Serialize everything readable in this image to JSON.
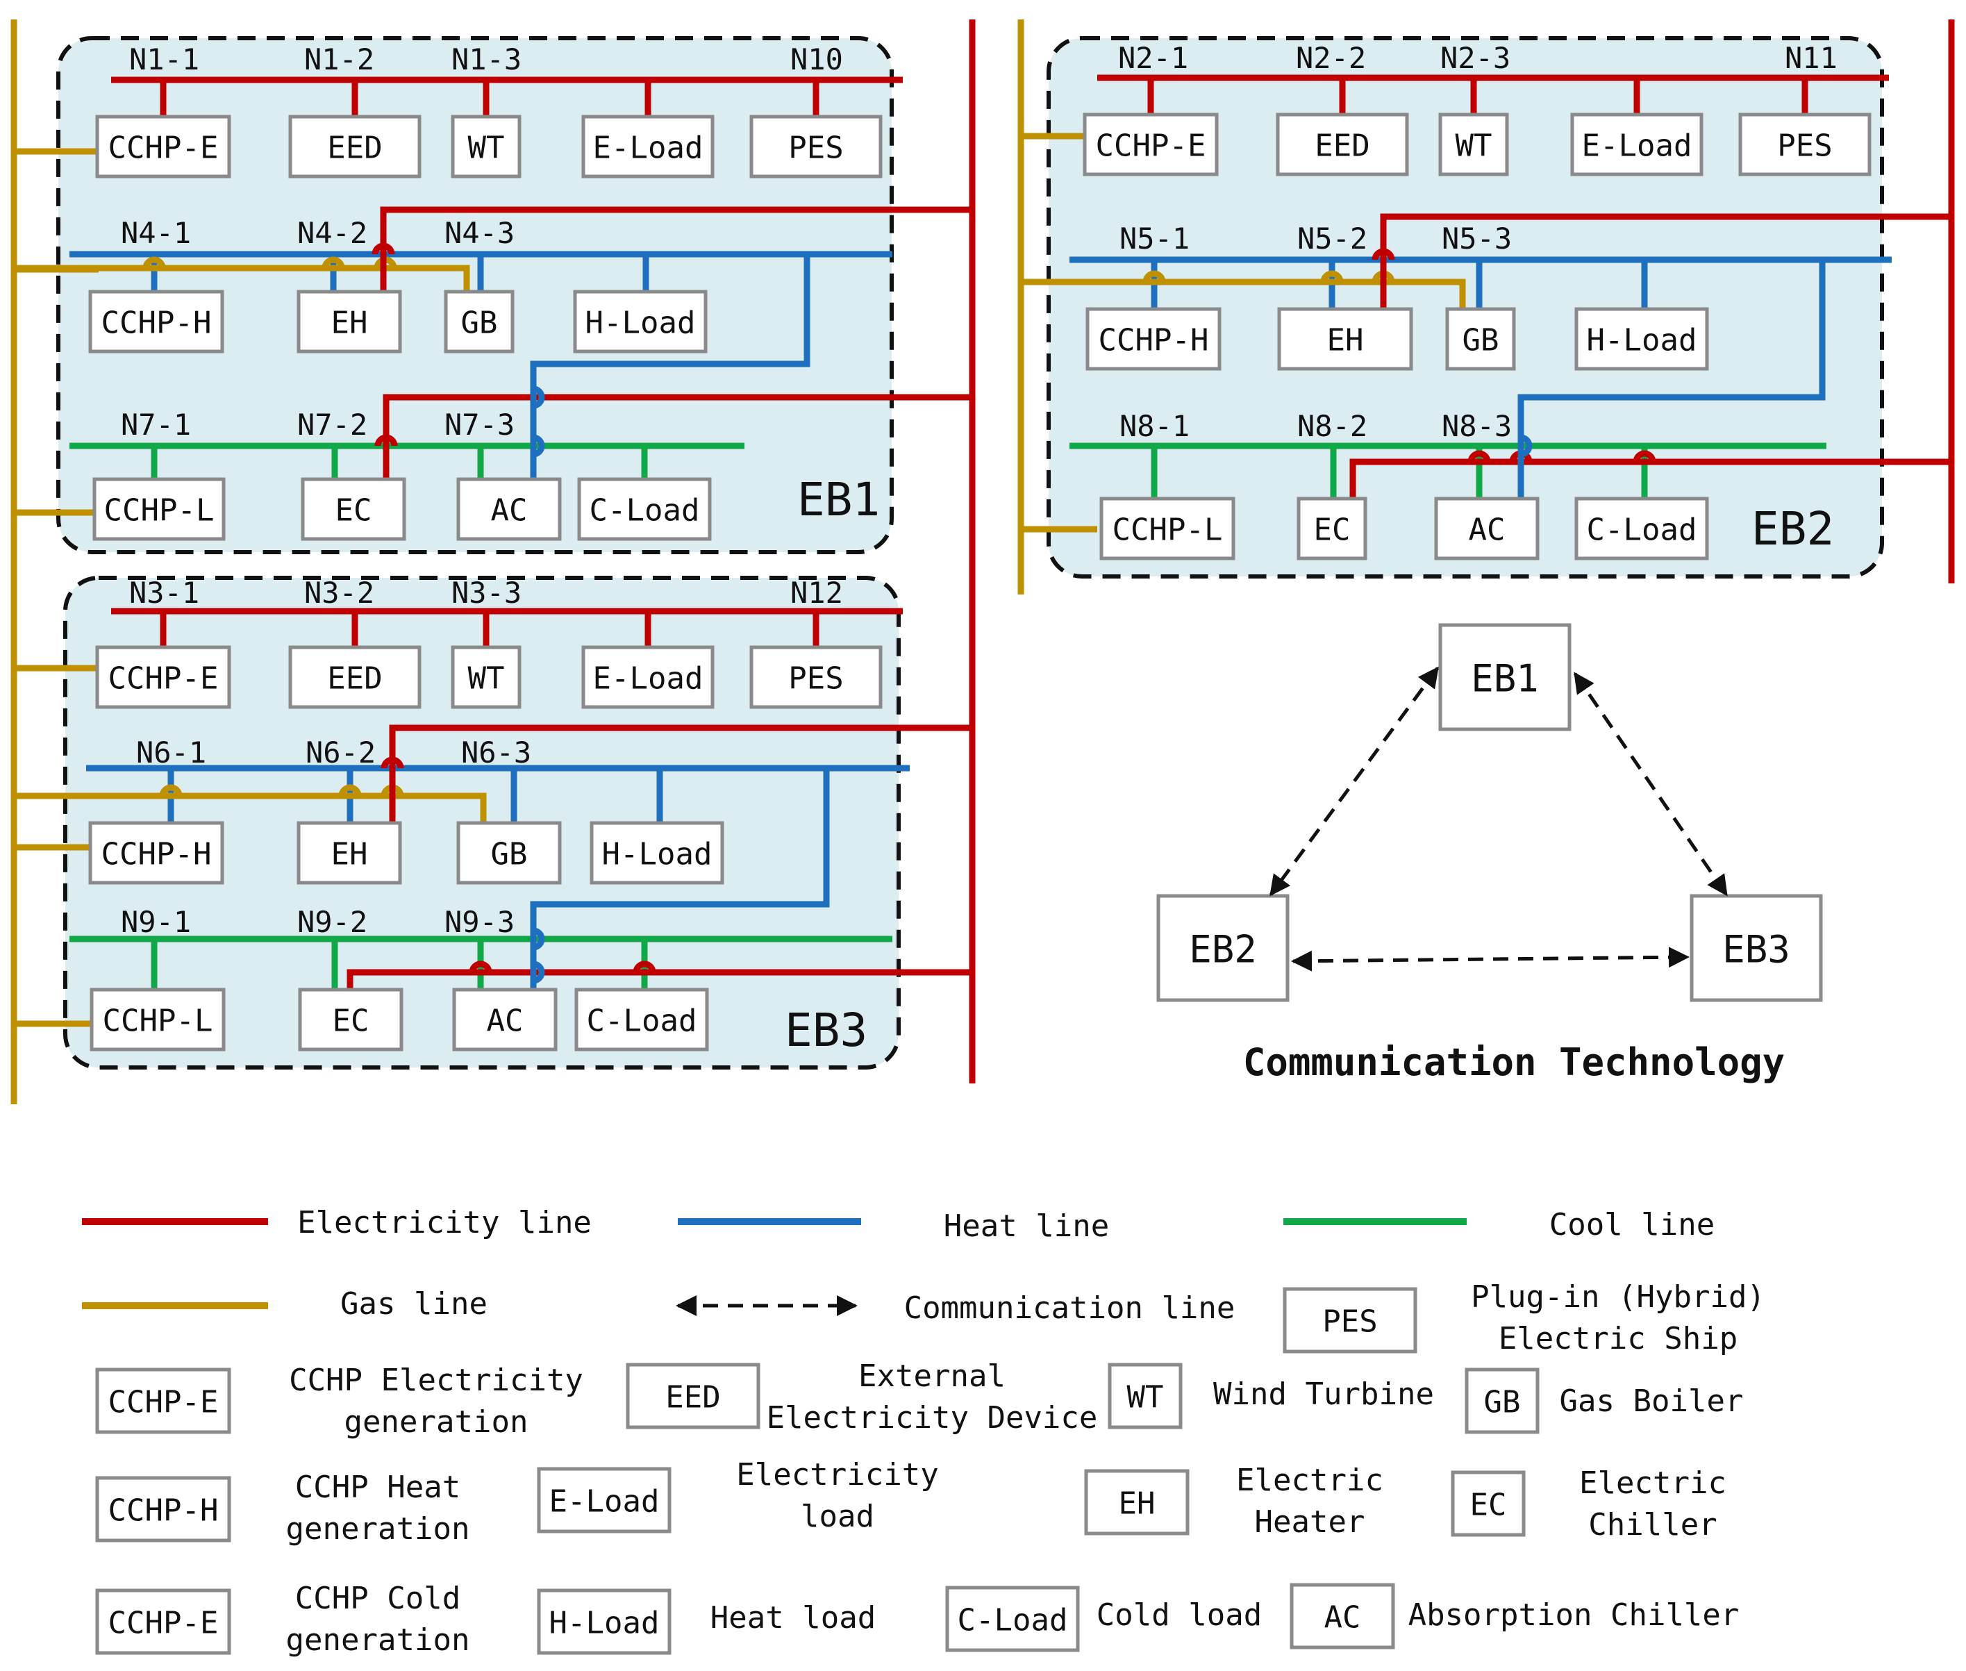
{
  "colors": {
    "electricity": "#c00000",
    "heat": "#1f6fbf",
    "cool": "#11a84a",
    "gas": "#bf9000",
    "panel_fill": "#dcedf2",
    "box_border": "#8a8a8a"
  },
  "blocks": {
    "eb1": {
      "label": "EB1",
      "elec_nodes": [
        "N1-1",
        "N1-2",
        "N1-3",
        "N10"
      ],
      "heat_nodes": [
        "N4-1",
        "N4-2",
        "N4-3"
      ],
      "cool_nodes": [
        "N7-1",
        "N7-2",
        "N7-3"
      ],
      "elec_boxes": [
        "CCHP-E",
        "EED",
        "WT",
        "E-Load",
        "PES"
      ],
      "heat_boxes": [
        "CCHP-H",
        "EH",
        "GB",
        "H-Load"
      ],
      "cool_boxes": [
        "CCHP-L",
        "EC",
        "AC",
        "C-Load"
      ]
    },
    "eb2": {
      "label": "EB2",
      "elec_nodes": [
        "N2-1",
        "N2-2",
        "N2-3",
        "N11"
      ],
      "heat_nodes": [
        "N5-1",
        "N5-2",
        "N5-3"
      ],
      "cool_nodes": [
        "N8-1",
        "N8-2",
        "N8-3"
      ],
      "elec_boxes": [
        "CCHP-E",
        "EED",
        "WT",
        "E-Load",
        "PES"
      ],
      "heat_boxes": [
        "CCHP-H",
        "EH",
        "GB",
        "H-Load"
      ],
      "cool_boxes": [
        "CCHP-L",
        "EC",
        "AC",
        "C-Load"
      ]
    },
    "eb3": {
      "label": "EB3",
      "elec_nodes": [
        "N3-1",
        "N3-2",
        "N3-3",
        "N12"
      ],
      "heat_nodes": [
        "N6-1",
        "N6-2",
        "N6-3"
      ],
      "cool_nodes": [
        "N9-1",
        "N9-2",
        "N9-3"
      ],
      "elec_boxes": [
        "CCHP-E",
        "EED",
        "WT",
        "E-Load",
        "PES"
      ],
      "heat_boxes": [
        "CCHP-H",
        "EH",
        "GB",
        "H-Load"
      ],
      "cool_boxes": [
        "CCHP-L",
        "EC",
        "AC",
        "C-Load"
      ]
    }
  },
  "communication": {
    "nodes": [
      "EB1",
      "EB2",
      "EB3"
    ],
    "title": "Communication Technology"
  },
  "legend": {
    "electricity_line": "Electricity line",
    "heat_line": "Heat line",
    "cool_line": "Cool line",
    "gas_line": "Gas line",
    "communication_line": "Communication line",
    "items": [
      {
        "abbr": "PES",
        "desc": [
          "Plug-in (Hybrid)",
          "Electric Ship"
        ]
      },
      {
        "abbr": "CCHP-E",
        "desc": [
          "CCHP Electricity",
          "generation"
        ]
      },
      {
        "abbr": "EED",
        "desc": [
          "External",
          "Electricity Device"
        ]
      },
      {
        "abbr": "WT",
        "desc": [
          "Wind Turbine"
        ]
      },
      {
        "abbr": "GB",
        "desc": [
          "Gas Boiler"
        ]
      },
      {
        "abbr": "CCHP-H",
        "desc": [
          "CCHP Heat",
          "generation"
        ]
      },
      {
        "abbr": "E-Load",
        "desc": [
          "Electricity",
          "load"
        ]
      },
      {
        "abbr": "EH",
        "desc": [
          "Electric",
          "Heater"
        ]
      },
      {
        "abbr": "EC",
        "desc": [
          "Electric",
          "Chiller"
        ]
      },
      {
        "abbr": "CCHP-E",
        "desc": [
          "CCHP Cold",
          "generation"
        ]
      },
      {
        "abbr": "H-Load",
        "desc": [
          "Heat load"
        ]
      },
      {
        "abbr": "C-Load",
        "desc": [
          "Cold load"
        ]
      },
      {
        "abbr": "AC",
        "desc": [
          "Absorption Chiller"
        ]
      }
    ]
  }
}
